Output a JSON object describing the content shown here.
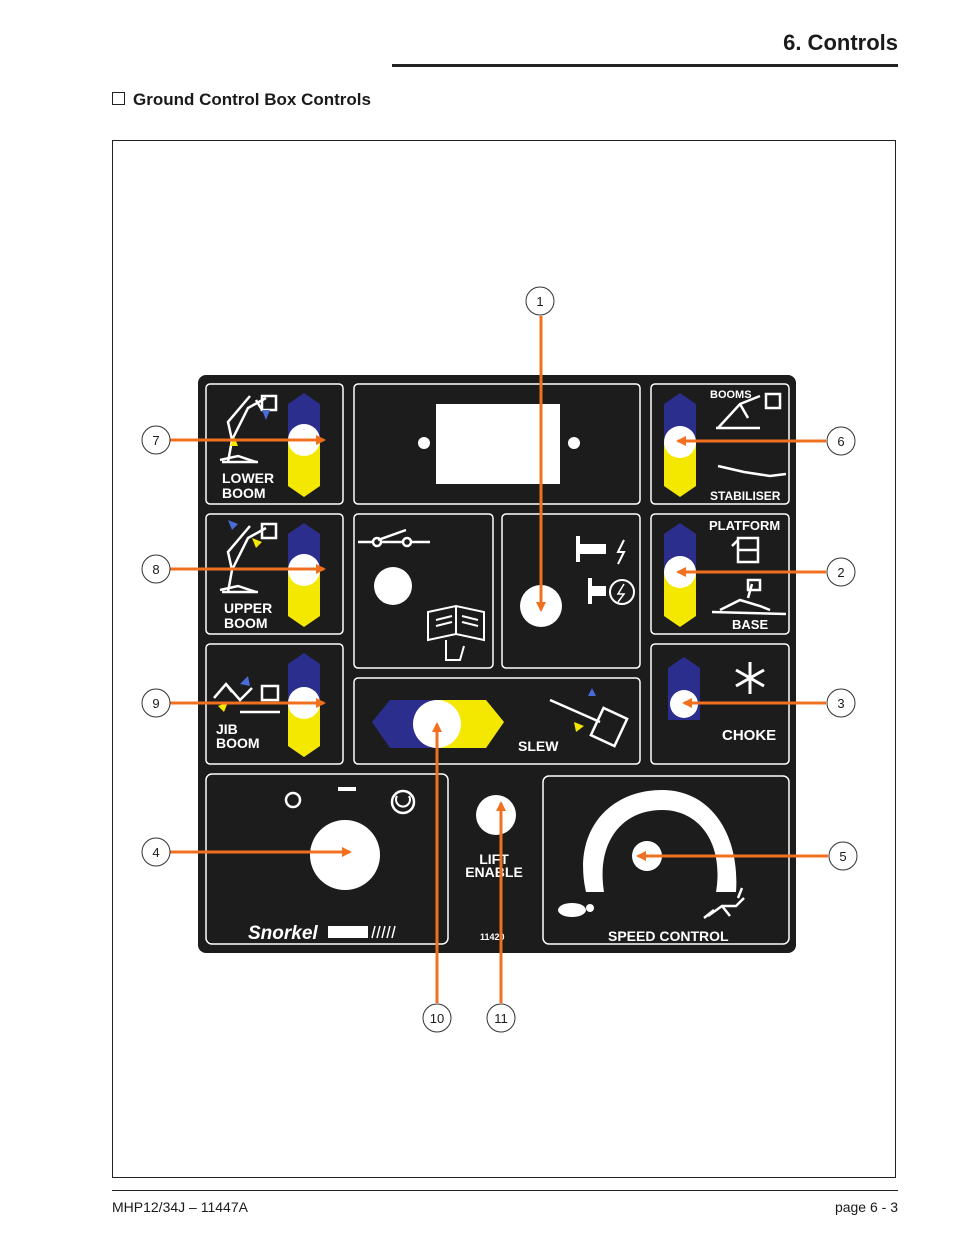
{
  "header": {
    "chapter_title": "6. Controls"
  },
  "section": {
    "heading": "Ground Control Box Controls"
  },
  "panel": {
    "labels": {
      "lower_boom_1": "LOWER",
      "lower_boom_2": "BOOM",
      "upper_boom_1": "UPPER",
      "upper_boom_2": "BOOM",
      "jib_boom_1": "JIB",
      "jib_boom_2": "BOOM",
      "booms": "BOOMS",
      "stabiliser": "STABILISER",
      "platform": "PLATFORM",
      "base": "BASE",
      "choke": "CHOKE",
      "slew": "SLEW",
      "lift_enable_1": "LIFT",
      "lift_enable_2": "ENABLE",
      "speed_control": "SPEED CONTROL",
      "brand": "Snorkel",
      "part_number": "11420"
    },
    "colors": {
      "panel": "#1c1c1c",
      "blue": "#2b2e8c",
      "yellow": "#f5e800",
      "callout": "#f07020"
    }
  },
  "callouts": [
    "1",
    "2",
    "3",
    "4",
    "5",
    "6",
    "7",
    "8",
    "9",
    "10",
    "11"
  ],
  "footer": {
    "model": "MHP12/34J – 11447A",
    "page": "page  6 - 3"
  }
}
